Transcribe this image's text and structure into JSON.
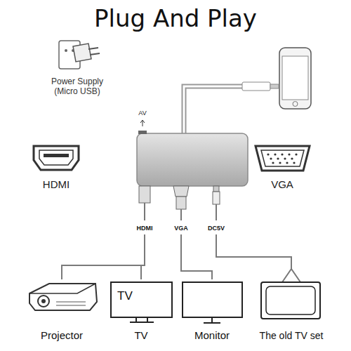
{
  "diagram": {
    "title": "Plug And Play",
    "nodes": [
      {
        "text": [
          "Power Supply (Micro USB)"
        ]
      },
      {
        "text": [
          "HDMI"
        ]
      },
      {
        "text": [
          "VGA"
        ]
      },
      {
        "text": [
          "DC5V"
        ]
      },
      {
        "text": [
          "Projector"
        ]
      },
      {
        "text": [
          "TV",
          "TV"
        ]
      },
      {
        "text": [
          "Monitor"
        ]
      },
      {
        "text": [
          "The old TV set"
        ]
      }
    ],
    "edges": [
      {
        "from": 1,
        "to": 4,
        "arrow": "none"
      },
      {
        "from": 1,
        "to": 5,
        "arrow": "none"
      },
      {
        "from": 2,
        "to": 6,
        "arrow": "none"
      },
      {
        "from": 3,
        "to": 7,
        "arrow": "none"
      }
    ],
    "labels": [
      "AV",
      "HDMI",
      "VGA"
    ]
  }
}
